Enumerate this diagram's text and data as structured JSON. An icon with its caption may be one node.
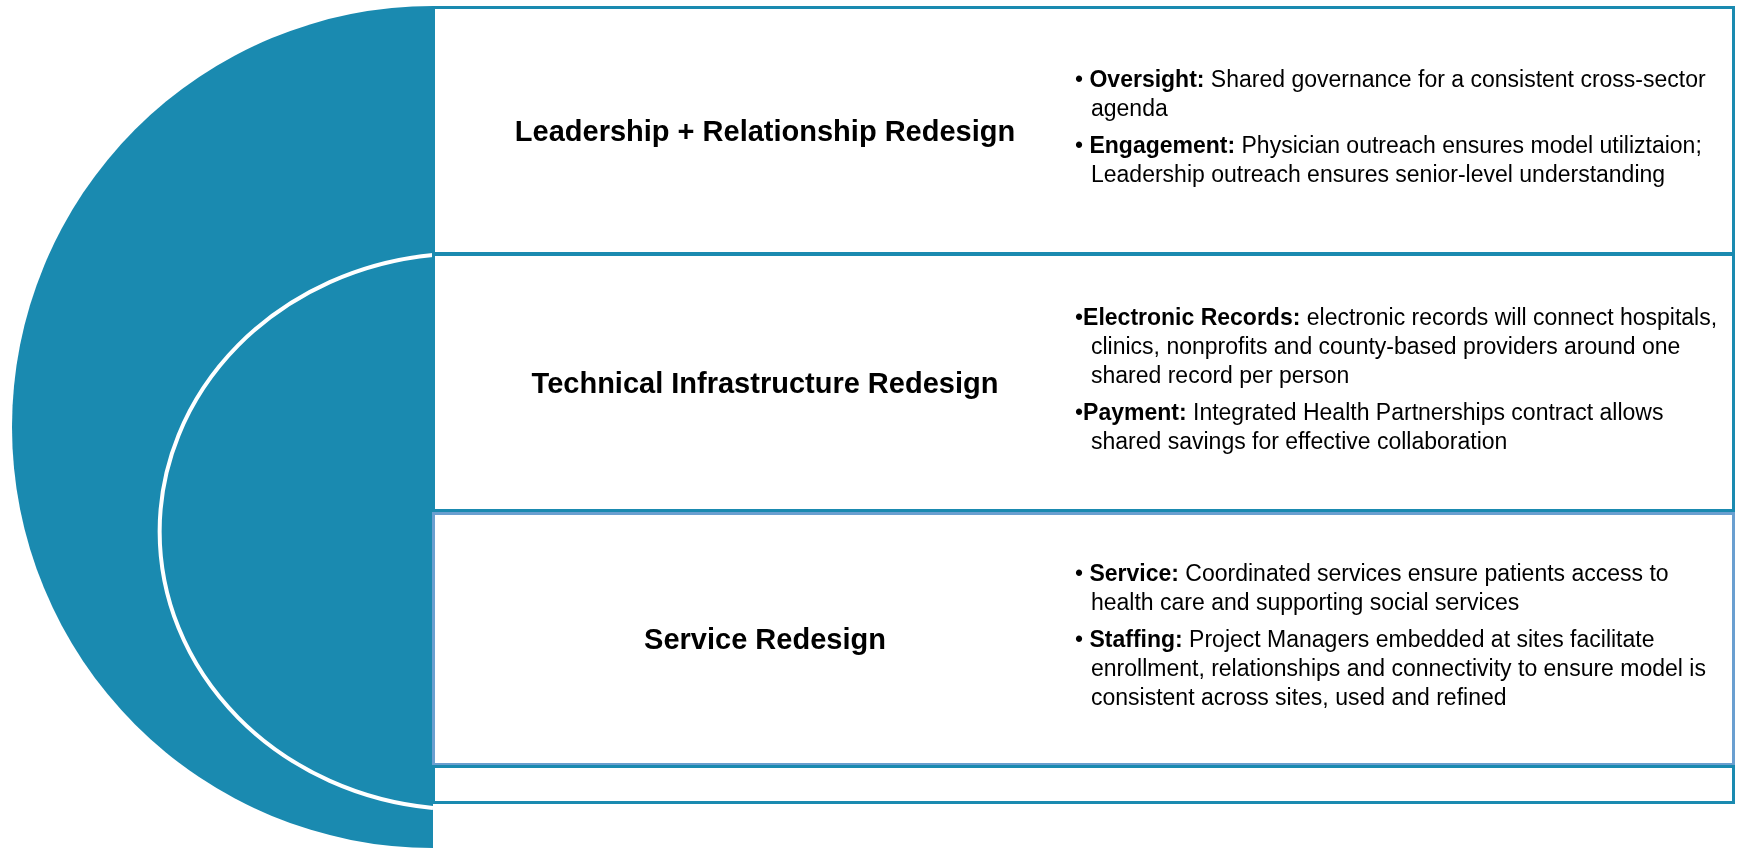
{
  "diagram": {
    "nodes": [
      {
        "text": [
          "Leadership + Relationship Redesign",
          "• **Oversight:** Shared governance for a consistent cross-sector agenda",
          "• **Engagement:** Physician outreach ensures model utiliztaion; Leadership outreach ensures senior-level understanding"
        ]
      },
      {
        "text": [
          "Technical Infrastructure Redesign",
          "•**Electronic Records:** electronic records will connect hospitals, clinics, nonprofits and county-based providers around one shared record per person",
          "•**Payment:** Integrated Health Partnerships contract allows shared savings for effective collaboration"
        ]
      },
      {
        "text": [
          "Service Redesign",
          "• **Service:** Coordinated services ensure patients access to health care and supporting social services",
          "• **Staffing:** Project Managers embedded at sites facilitate enrollment, relationships and connectivity to ensure model is consistent across sites, used and refined"
        ]
      },
      {
        "text": [],
        "shape": "box"
      }
    ]
  }
}
